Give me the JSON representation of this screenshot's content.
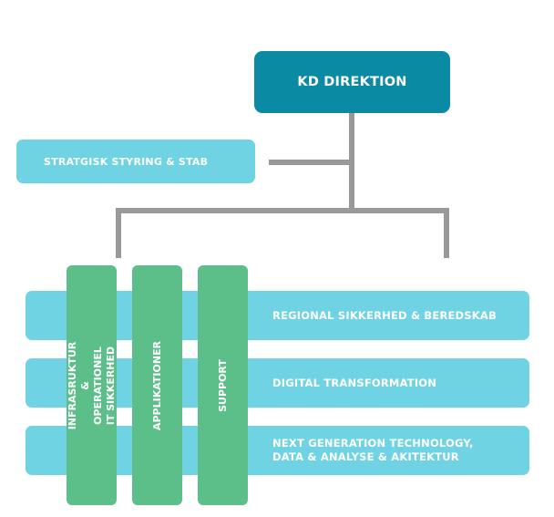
{
  "top_box": {
    "label": "KD DIREKTION"
  },
  "staff_box": {
    "label": "STRATGISK STYRING & STAB"
  },
  "rows": [
    {
      "label": "REGIONAL SIKKERHED & BEREDSKAB"
    },
    {
      "label": "DIGITAL TRANSFORMATION"
    },
    {
      "label": "NEXT GENERATION TECHNOLOGY,\nDATA & ANALYSE & AKITEKTUR"
    }
  ],
  "columns": [
    {
      "label": "INFRASRUKTUR &\nOPERATIONEL IT SIKKERHED"
    },
    {
      "label": "APPLIKATIONER"
    },
    {
      "label": "SUPPORT"
    }
  ],
  "colors": {
    "dark_teal": "#0b8aa3",
    "light_cyan": "#6fd3e3",
    "green": "#5cbf89",
    "connector_gray": "#999999"
  }
}
